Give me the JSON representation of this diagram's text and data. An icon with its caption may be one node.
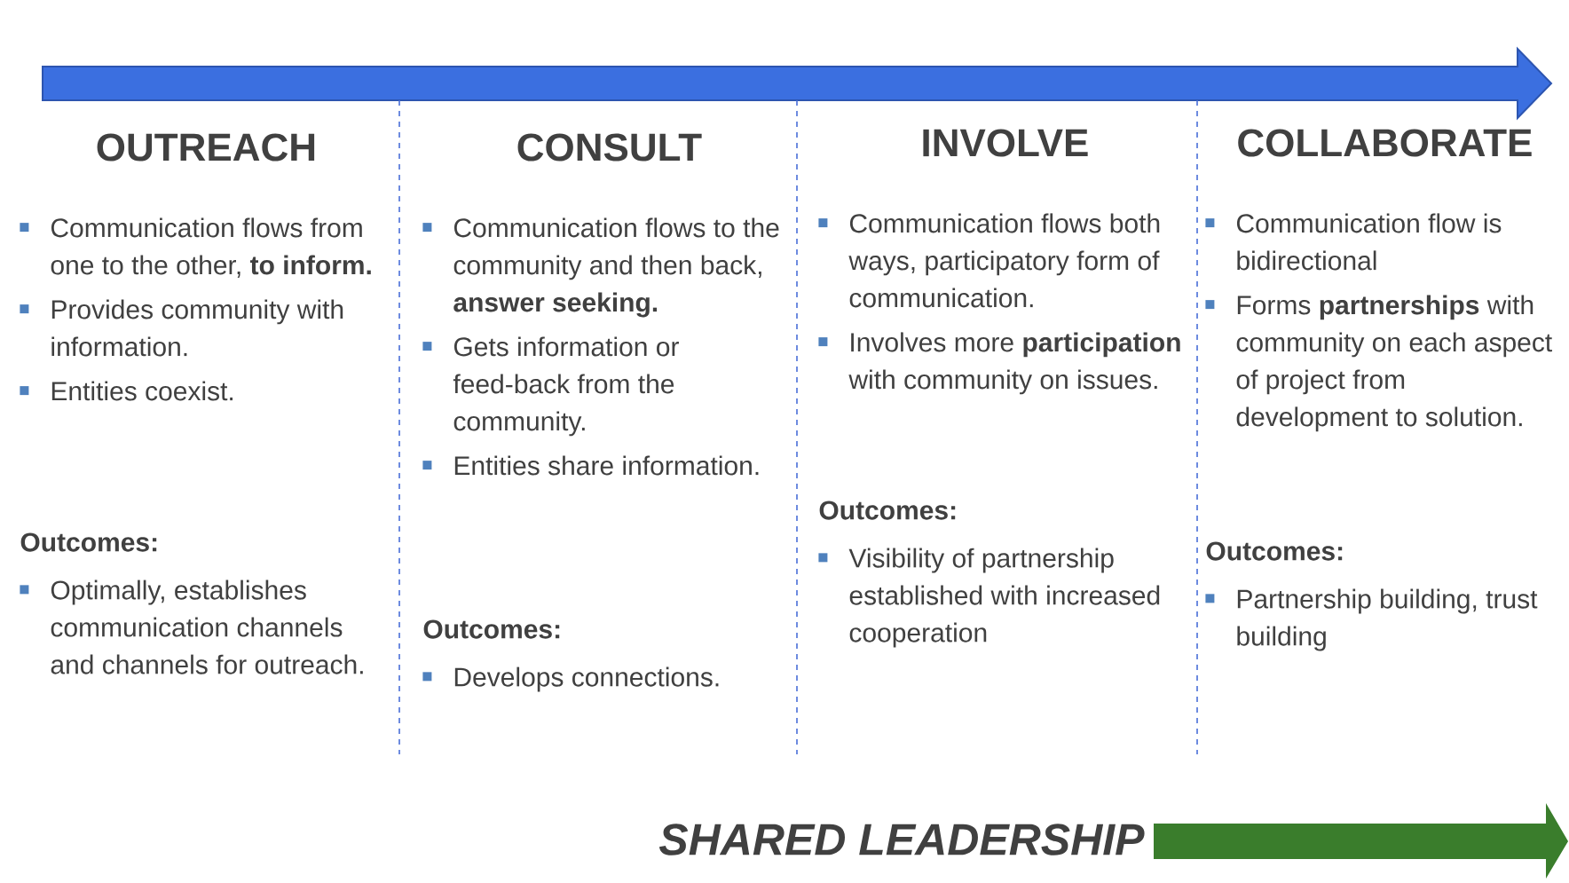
{
  "diagram": {
    "nodes": [
      {
        "text": [
          "OUTREACH",
          "Communication flows from one to the other, **to inform.**",
          "Provides community with information.",
          "Entities coexist."
        ]
      },
      {
        "text": [
          "Outcomes:",
          "Optimally, establishes communication channels and channels for outreach."
        ]
      },
      {
        "text": [
          "CONSULT",
          "Communication flows to the community and then back, **answer seeking.**",
          "Gets information or feed-back from the community.",
          "Entities share information."
        ]
      },
      {
        "text": [
          "Outcomes:",
          "Develops connections."
        ]
      },
      {
        "text": [
          "INVOLVE",
          "Communication flows both ways, participatory form of communication.",
          "Involves more **participation** with community on issues."
        ]
      },
      {
        "text": [
          "Outcomes:",
          "Visibility of partnership established with increased cooperation"
        ]
      },
      {
        "text": [
          "COLLABORATE",
          "Communication flow is bidirectional",
          "Forms **partnerships** with community on each aspect of project from development to solution."
        ]
      },
      {
        "text": [
          "Outcomes:",
          "Partnership building, trust building"
        ]
      }
    ],
    "labels": [
      "SHARED LEADERSHIP"
    ]
  }
}
